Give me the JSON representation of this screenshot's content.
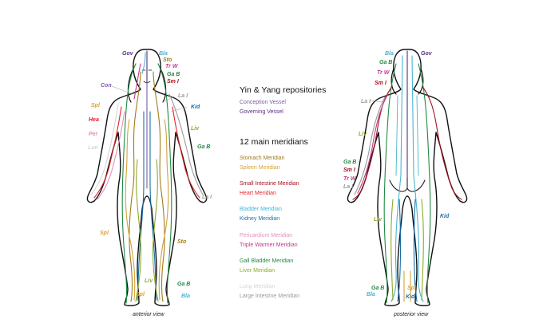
{
  "headings": {
    "repositories": "Yin & Yang repositories",
    "meridians": "12 main meridians"
  },
  "legend": [
    {
      "text": "Conception Vessel",
      "color": "#7a5aa6"
    },
    {
      "text": "Governing Vessel",
      "color": "#5a2d82"
    },
    {
      "text": "Stomach Meridian",
      "color": "#a37b19"
    },
    {
      "text": "Spleen Meridian",
      "color": "#d3a23a"
    },
    {
      "text": "Small Intestine Meridian",
      "color": "#a3121e"
    },
    {
      "text": "Heart Meridian",
      "color": "#e3242b"
    },
    {
      "text": "Bladder Meridian",
      "color": "#49b4d1"
    },
    {
      "text": "Kidney Meridian",
      "color": "#1b6fa8"
    },
    {
      "text": "Pericardium Meridian",
      "color": "#e28fbf"
    },
    {
      "text": "Triple Warmer Meridian",
      "color": "#c23a8c"
    },
    {
      "text": "Gall Bladder Meridian",
      "color": "#1f8a43"
    },
    {
      "text": "Liver Meridian",
      "color": "#8cab28"
    },
    {
      "text": "Lung Meridian",
      "color": "#d6d6d6"
    },
    {
      "text": "Large Intestine Meridian",
      "color": "#9a9a9a"
    }
  ],
  "anterior_labels": [
    {
      "text": "Gov",
      "color": "#5a2d82"
    },
    {
      "text": "Bla",
      "color": "#49b4d1"
    },
    {
      "text": "Sto",
      "color": "#a37b19"
    },
    {
      "text": "Tr W",
      "color": "#c23a8c"
    },
    {
      "text": "Ga B",
      "color": "#1f8a43"
    },
    {
      "text": "Sm I",
      "color": "#a3121e"
    },
    {
      "text": "Con",
      "color": "#7a5aa6"
    },
    {
      "text": "La I",
      "color": "#9a9a9a"
    },
    {
      "text": "Kid",
      "color": "#1b6fa8"
    },
    {
      "text": "Spl",
      "color": "#d3a23a"
    },
    {
      "text": "Hea",
      "color": "#e3242b"
    },
    {
      "text": "Liv",
      "color": "#8cab28"
    },
    {
      "text": "Per",
      "color": "#e28fbf"
    },
    {
      "text": "Ga B",
      "color": "#1f8a43"
    },
    {
      "text": "Lun",
      "color": "#d6d6d6"
    },
    {
      "text": "La I",
      "color": "#9a9a9a"
    },
    {
      "text": "Spl",
      "color": "#d3a23a"
    },
    {
      "text": "Sto",
      "color": "#a37b19"
    },
    {
      "text": "Liv",
      "color": "#8cab28"
    },
    {
      "text": "Ga B",
      "color": "#1f8a43"
    },
    {
      "text": "Spl",
      "color": "#d3a23a"
    },
    {
      "text": "Bla",
      "color": "#49b4d1"
    }
  ],
  "posterior_labels": [
    {
      "text": "Bla",
      "color": "#49b4d1"
    },
    {
      "text": "Gov",
      "color": "#5a2d82"
    },
    {
      "text": "Ga B",
      "color": "#1f8a43"
    },
    {
      "text": "Tr W",
      "color": "#c23a8c"
    },
    {
      "text": "Sm I",
      "color": "#a3121e"
    },
    {
      "text": "La I",
      "color": "#9a9a9a"
    },
    {
      "text": "Liv",
      "color": "#8cab28"
    },
    {
      "text": "Ga B",
      "color": "#1f8a43"
    },
    {
      "text": "Sm I",
      "color": "#a3121e"
    },
    {
      "text": "Tr W",
      "color": "#c23a8c"
    },
    {
      "text": "La I",
      "color": "#9a9a9a"
    },
    {
      "text": "Kid",
      "color": "#1b6fa8"
    },
    {
      "text": "Liv",
      "color": "#8cab28"
    },
    {
      "text": "Ga B",
      "color": "#1f8a43"
    },
    {
      "text": "Spl",
      "color": "#d3a23a"
    },
    {
      "text": "Bla",
      "color": "#49b4d1"
    },
    {
      "text": "Kid",
      "color": "#1b6fa8"
    }
  ],
  "captions": {
    "anterior": "anterior view",
    "posterior": "posterior view"
  }
}
